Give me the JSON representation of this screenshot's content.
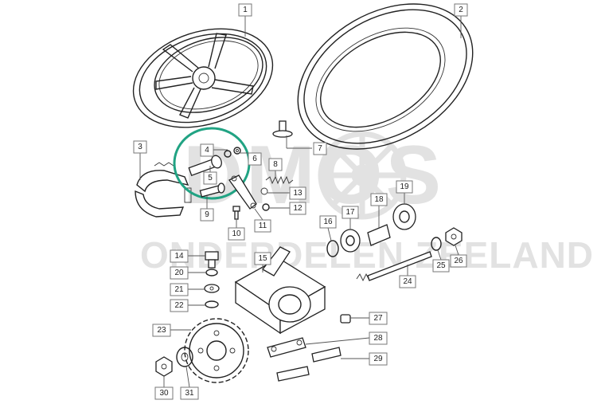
{
  "watermark": {
    "brand": "DMOS",
    "subtitle": "ONDERDELEN ZEELAND"
  },
  "colors": {
    "highlight": "#21a383",
    "line": "#222222",
    "watermark": "#e2e2e2"
  },
  "callouts": [
    {
      "id": "1"
    },
    {
      "id": "2"
    },
    {
      "id": "3"
    },
    {
      "id": "4"
    },
    {
      "id": "5"
    },
    {
      "id": "6"
    },
    {
      "id": "7"
    },
    {
      "id": "8"
    },
    {
      "id": "9"
    },
    {
      "id": "10"
    },
    {
      "id": "11"
    },
    {
      "id": "12"
    },
    {
      "id": "13"
    },
    {
      "id": "14"
    },
    {
      "id": "15"
    },
    {
      "id": "16"
    },
    {
      "id": "17"
    },
    {
      "id": "18"
    },
    {
      "id": "19"
    },
    {
      "id": "20"
    },
    {
      "id": "21"
    },
    {
      "id": "22"
    },
    {
      "id": "23"
    },
    {
      "id": "24"
    },
    {
      "id": "25"
    },
    {
      "id": "26"
    },
    {
      "id": "27"
    },
    {
      "id": "28"
    },
    {
      "id": "29"
    },
    {
      "id": "30"
    },
    {
      "id": "31"
    }
  ]
}
